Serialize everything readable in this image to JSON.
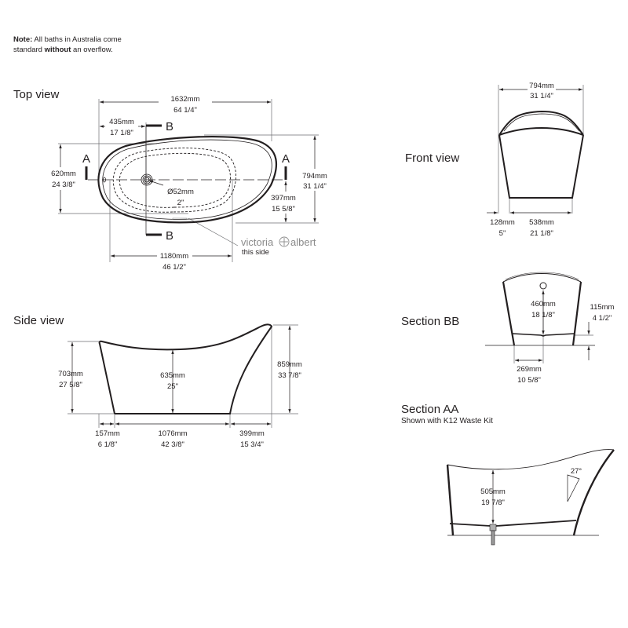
{
  "note": {
    "prefix": "Note:",
    "text_1": " All baths in Australia come",
    "text_2": "standard ",
    "emphasis": "without",
    "text_3": " an overflow."
  },
  "views": {
    "top": {
      "title": "Top view",
      "length_mm": "1632mm",
      "length_in": "64 1/4\"",
      "section_b_offset_mm": "435mm",
      "section_b_offset_in": "17 1/8\"",
      "width_mm": "794mm",
      "width_in": "31 1/4\"",
      "left_width_mm": "620mm",
      "left_width_in": "24 3/8\"",
      "waste_dia_mm": "Ø52mm",
      "waste_dia_in": "2\"",
      "centerline_mm": "397mm",
      "centerline_in": "15 5/8\"",
      "base_length_mm": "1180mm",
      "base_length_in": "46 1/2\"",
      "section_a_label": "A",
      "section_b_label": "B",
      "brand_left": "victoria",
      "brand_right": "albert",
      "brand_note": "this side"
    },
    "front": {
      "title": "Front view",
      "width_mm": "794mm",
      "width_in": "31 1/4\"",
      "offset_mm": "128mm",
      "offset_in": "5\"",
      "base_mm": "538mm",
      "base_in": "21 1/8\""
    },
    "side": {
      "title": "Side view",
      "left_height_mm": "703mm",
      "left_height_in": "27 5/8\"",
      "inner_height_mm": "635mm",
      "inner_height_in": "25\"",
      "right_height_mm": "859mm",
      "right_height_in": "33 7/8\"",
      "left_offset_mm": "157mm",
      "left_offset_in": "6 1/8\"",
      "base_mm": "1076mm",
      "base_in": "42 3/8\"",
      "right_offset_mm": "399mm",
      "right_offset_in": "15 3/4\""
    },
    "section_bb": {
      "title": "Section BB",
      "depth_mm": "460mm",
      "depth_in": "18 1/8\"",
      "plinth_mm": "115mm",
      "plinth_in": "4 1/2\"",
      "half_base_mm": "269mm",
      "half_base_in": "10 5/8\""
    },
    "section_aa": {
      "title": "Section AA",
      "subtitle": "Shown with K12 Waste Kit",
      "depth_mm": "505mm",
      "depth_in": "19 7/8\"",
      "angle": "27°"
    }
  },
  "colors": {
    "ink": "#231f20",
    "dim_line": "#6d6e71",
    "brand_grey": "#8a8a8a"
  }
}
